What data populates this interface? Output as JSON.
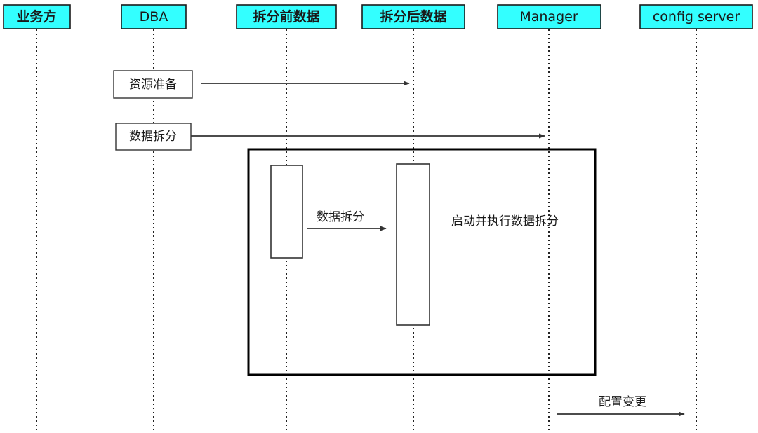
{
  "participants": [
    {
      "id": "business",
      "name": "participant-business",
      "label": "业务方"
    },
    {
      "id": "dba",
      "name": "participant-dba",
      "label": "DBA"
    },
    {
      "id": "pre",
      "name": "participant-pre-split-data",
      "label": "拆分前数据"
    },
    {
      "id": "post",
      "name": "participant-post-split-data",
      "label": "拆分后数据"
    },
    {
      "id": "manager",
      "name": "participant-manager",
      "label": "Manager"
    },
    {
      "id": "config",
      "name": "participant-config-server",
      "label": "config server"
    }
  ],
  "notes": [
    {
      "name": "note-resource-prep",
      "label": "资源准备"
    },
    {
      "name": "note-data-split",
      "label": "数据拆分"
    }
  ],
  "messages": [
    {
      "name": "message-resource-prep",
      "label": ""
    },
    {
      "name": "message-data-split-to-manager",
      "label": ""
    },
    {
      "name": "message-data-split",
      "label": "数据拆分"
    },
    {
      "name": "message-config-change",
      "label": "配置变更"
    }
  ],
  "group": {
    "label": "启动并执行数据拆分"
  }
}
